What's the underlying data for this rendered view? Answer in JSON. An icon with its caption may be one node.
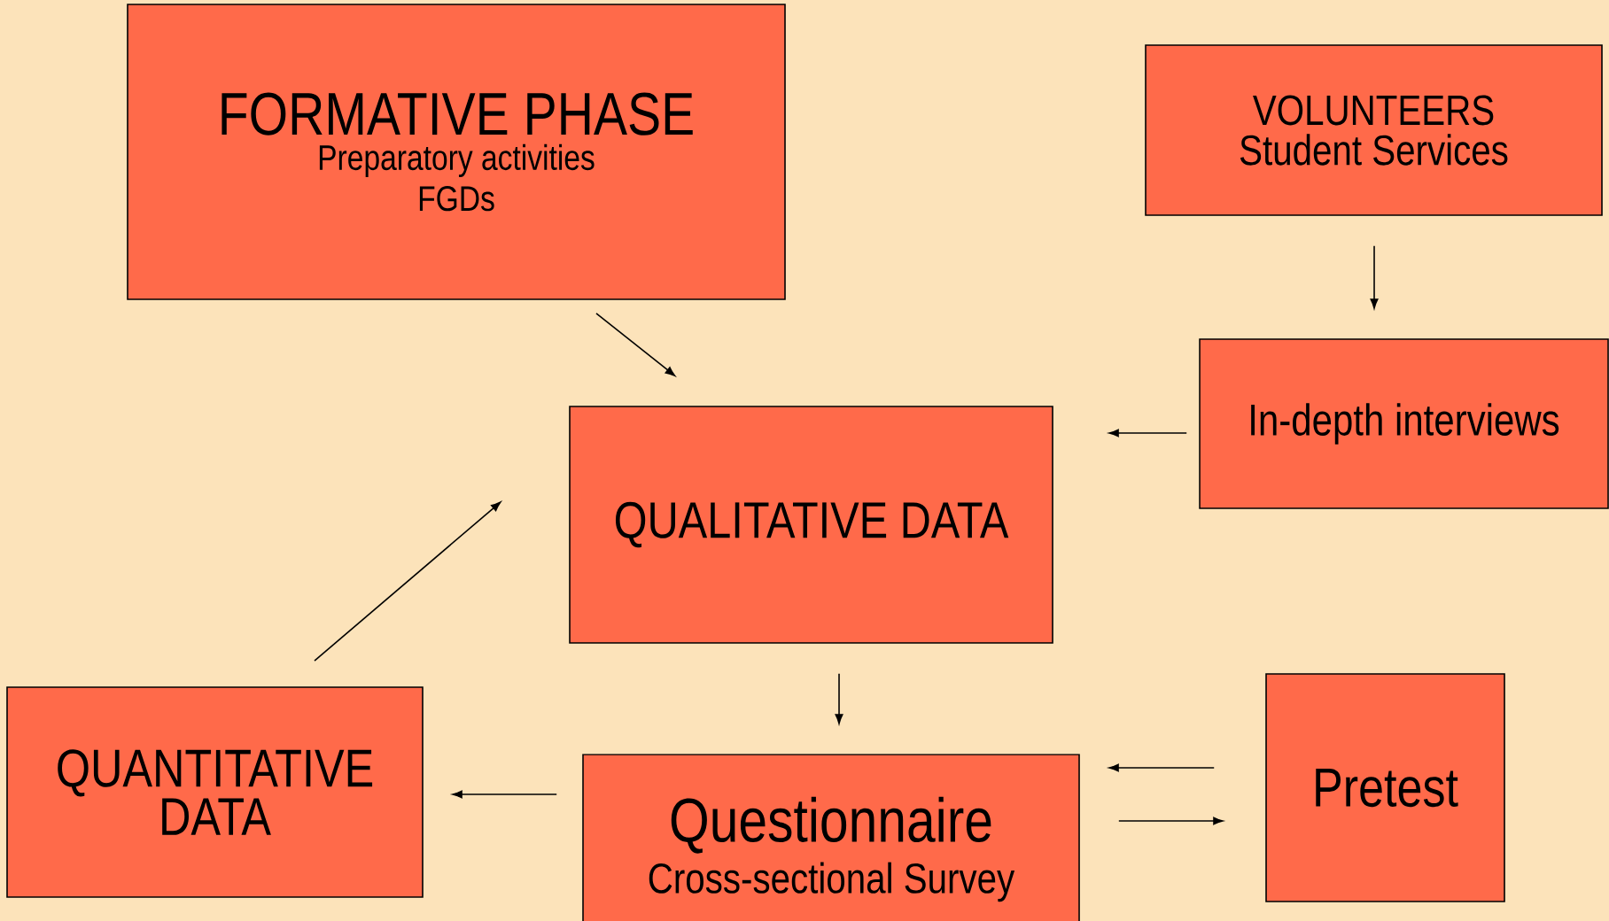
{
  "diagram": {
    "nodes": [
      {
        "text": [
          "FORMATIVE PHASE",
          "Preparatory activities",
          "FGDs"
        ]
      },
      {
        "text": [
          "VOLUNTEERS",
          "Student Services"
        ]
      },
      {
        "text": [
          "In-depth interviews"
        ]
      },
      {
        "text": [
          "QUALITATIVE DATA"
        ]
      },
      {
        "text": [
          "QUANTITATIVE DATA"
        ]
      },
      {
        "text": [
          "Questionnaire",
          "Cross-sectional Survey"
        ]
      },
      {
        "text": [
          "Pretest"
        ]
      }
    ],
    "edges": [
      {
        "from": 0,
        "to": 3,
        "arrow": "to"
      },
      {
        "from": 1,
        "to": 2,
        "arrow": "to"
      },
      {
        "from": 2,
        "to": 3,
        "arrow": "to"
      },
      {
        "from": 4,
        "to": 3,
        "arrow": "to"
      },
      {
        "from": 3,
        "to": 5,
        "arrow": "to"
      },
      {
        "from": 5,
        "to": 4,
        "arrow": "to"
      },
      {
        "from": 6,
        "to": 5,
        "arrow": "to"
      },
      {
        "from": 5,
        "to": 6,
        "arrow": "to"
      }
    ]
  }
}
